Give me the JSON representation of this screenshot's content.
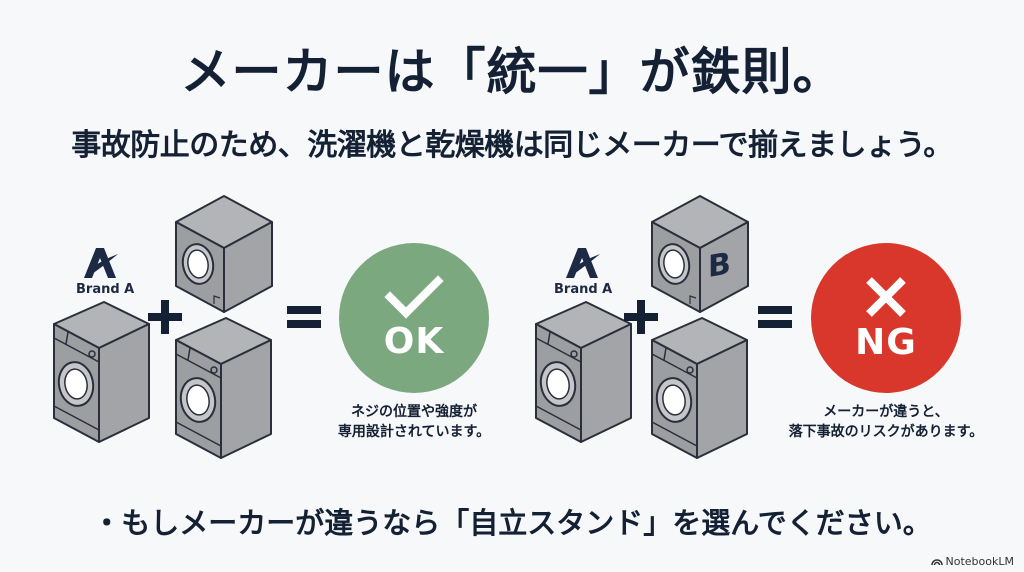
{
  "title": "メーカーは「統一」が鉄則。",
  "subtitle": "事故防止のため、洗濯機と乾燥機は同じメーカーで揃えましょう。",
  "ok_example": {
    "brand_label": "Brand A",
    "washer_brand": "A",
    "dryer_brand": "A",
    "plus": "+",
    "equals": "=",
    "result_label": "OK",
    "result_color": "#7ba87e",
    "caption_line1": "ネジの位置や強度が",
    "caption_line2": "専用設計されています。"
  },
  "ng_example": {
    "brand_label": "Brand A",
    "washer_brand": "A",
    "dryer_brand": "B",
    "dryer_logo": "B",
    "plus": "+",
    "equals": "=",
    "result_label": "NG",
    "result_color": "#d9372b",
    "caption_line1": "メーカーが違うと、",
    "caption_line2": "落下事故のリスクがあります。"
  },
  "bottom_note": "・もしメーカーが違うなら「自立スタンド」を選んでください。",
  "watermark": "NotebookLM",
  "colors": {
    "text": "#142033",
    "machine_fill": "#9d9ea2",
    "machine_stroke": "#2b2f3a",
    "ok_green": "#7ba87e",
    "ng_red": "#d9372b"
  }
}
